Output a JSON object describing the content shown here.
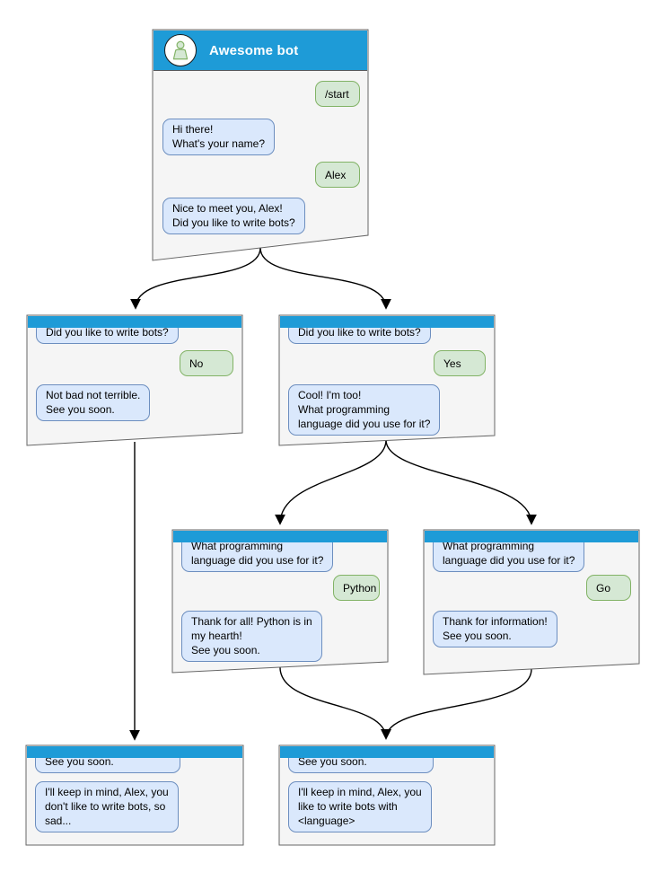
{
  "diagram": {
    "type": "chatbot-conversation-flowchart",
    "colors": {
      "header_blue": "#1e9bd7",
      "box_fill": "#f5f5f5",
      "box_border": "#666666",
      "bot_bubble_fill": "#dae8fc",
      "bot_bubble_border": "#6c8ebf",
      "user_bubble_fill": "#d5e8d4",
      "user_bubble_border": "#82b366",
      "arrow": "#000000"
    },
    "main": {
      "title": "Awesome bot",
      "avatar_icon": "user-avatar-icon",
      "messages": {
        "m1": "/start",
        "m2": "Hi there!\nWhat's your name?",
        "m3": "Alex",
        "m4": "Nice to meet you, Alex!\nDid you like to write bots?"
      }
    },
    "branch_no": {
      "m1": "Did you like to write bots?",
      "m2": "No",
      "m3": "Not bad not terrible.\nSee you soon."
    },
    "branch_yes": {
      "m1": "Did you like to write bots?",
      "m2": "Yes",
      "m3": "Cool! I'm too!\nWhat programming\nlanguage did you use for it?"
    },
    "branch_python": {
      "m1": "What programming\nlanguage did you use for it?",
      "m2": "Python",
      "m3": "Thank for all! Python is in\nmy hearth!\nSee you soon."
    },
    "branch_go": {
      "m1": "What programming\nlanguage did you use for it?",
      "m2": "Go",
      "m3": "Thank for information!\nSee you soon."
    },
    "end_no": {
      "m1": "See you soon.",
      "m2": "I'll keep in mind, Alex, you\ndon't like to write bots, so\nsad..."
    },
    "end_yes": {
      "m1": "See you soon.",
      "m2": "I'll keep in mind, Alex, you\nlike to write bots with\n<language>"
    }
  }
}
